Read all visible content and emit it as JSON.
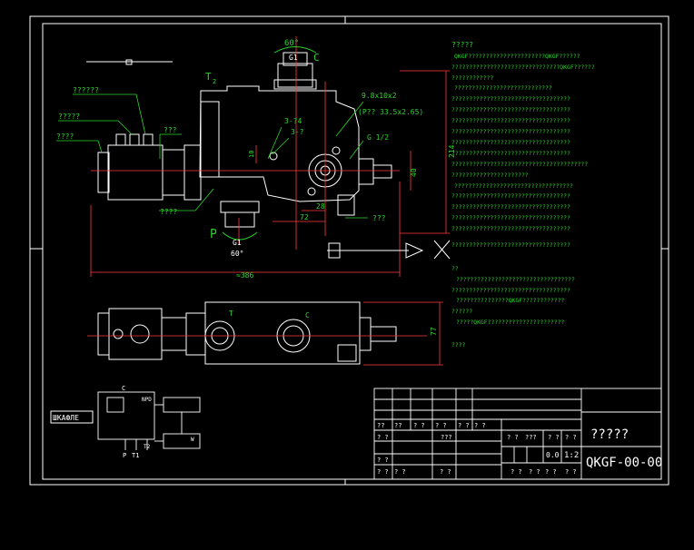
{
  "colors": {
    "background": "#000000",
    "frame": "#ffffff",
    "annotation": "#2bd52b",
    "dimension": "#ff3b3b",
    "centerline": "#ff3b3b",
    "accent": "#ffff00"
  },
  "labels": {
    "angle_top": "60°",
    "port_c": "C",
    "g1_top": "G1",
    "t2": "T",
    "t2_sub": "2",
    "left1": "??????",
    "left2": "?????",
    "left3": "????",
    "left4": "???",
    "note_a": "9.8x10x2",
    "note_b": "(P?? 33.5x2.65)",
    "note_c": "3-?4",
    "note_d": "3-?",
    "note_e": "G 1/2",
    "note_f": "???",
    "bottom_note": "????",
    "port_p": "P",
    "g1_bot": "G1",
    "angle_bot": "60°",
    "dim_214": "214",
    "dim_40": "40",
    "dim_10": "10",
    "dim_72": "72",
    "dim_28": "28",
    "dim_386": "≈386",
    "dim_77": "77",
    "plan_t": "T",
    "plan_c": "C",
    "sch_c": "C",
    "sch_npd": "NPD",
    "sch_p": "P",
    "sch_t1": "T1",
    "sch_t2": "T2",
    "sch_w": "W"
  },
  "notes": {
    "header": "?????",
    "lines": [
      "QKGF??????????????????????QKGF??????",
      "???????????????????????????????QKGF??????",
      "????????????",
      "????????????????????????????",
      "??????????????????????????????????",
      "??????????????????????????????????",
      "??????????????????????????????????",
      "??????????????????????????????????",
      "??????????????????????????????????",
      "??????????????????????????????????",
      "???????????????????????????????????????",
      "??????????????????????",
      "??????????????????????????????????",
      "??????????????????????????????????",
      "??????????????????????????????????",
      "??????????????????????????????????",
      "??????????????????????????????????",
      "??????????????????????????????????",
      "??",
      "??????????????????????????????????",
      "??????????????????????????????????",
      "???????????????QKGF????????????",
      "??????",
      "?????QKGF??????????????????????",
      "????"
    ]
  },
  "title_block": {
    "title": "?????",
    "code": "QKGF-00-00",
    "scale": "1:2",
    "mass": "0.0",
    "cells_a": [
      "??",
      "??",
      "? ?",
      "? ?",
      "???",
      "? ?",
      "? ?",
      "? ?"
    ],
    "cells_b": [
      "? ?",
      "???",
      "? ?",
      "? ?"
    ],
    "cells_c": [
      "? ?",
      "? ?",
      "? ?"
    ],
    "cells_d": [
      "? ?",
      "? ?",
      "? ?",
      "? ?",
      "? ?"
    ]
  },
  "symbol_box": {
    "label": "ШКАФЛЕ"
  }
}
